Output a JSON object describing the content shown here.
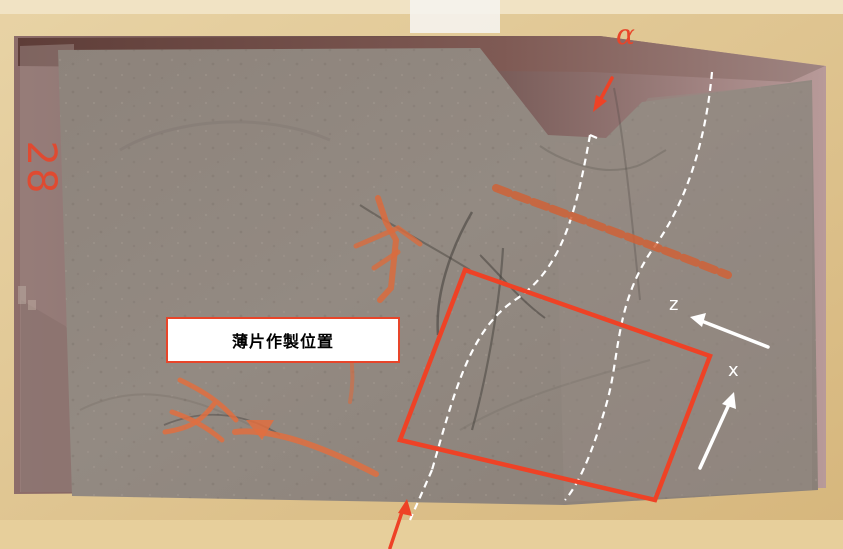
{
  "image": {
    "width": 843,
    "height": 549,
    "label": "薄片作製位置",
    "alpha_label": "α",
    "axis_labels": {
      "z": "z",
      "x": "x"
    },
    "specimen_marker": "28",
    "colors": {
      "annotation_red": "#e8452a",
      "label_box_fill": "#ffffff",
      "arrow_white": "#ffffff",
      "dash_white": "#ffffff",
      "rock_base": "#8f8378",
      "specimen_edge": "#5a3a35",
      "background": "#e2c48f"
    }
  }
}
